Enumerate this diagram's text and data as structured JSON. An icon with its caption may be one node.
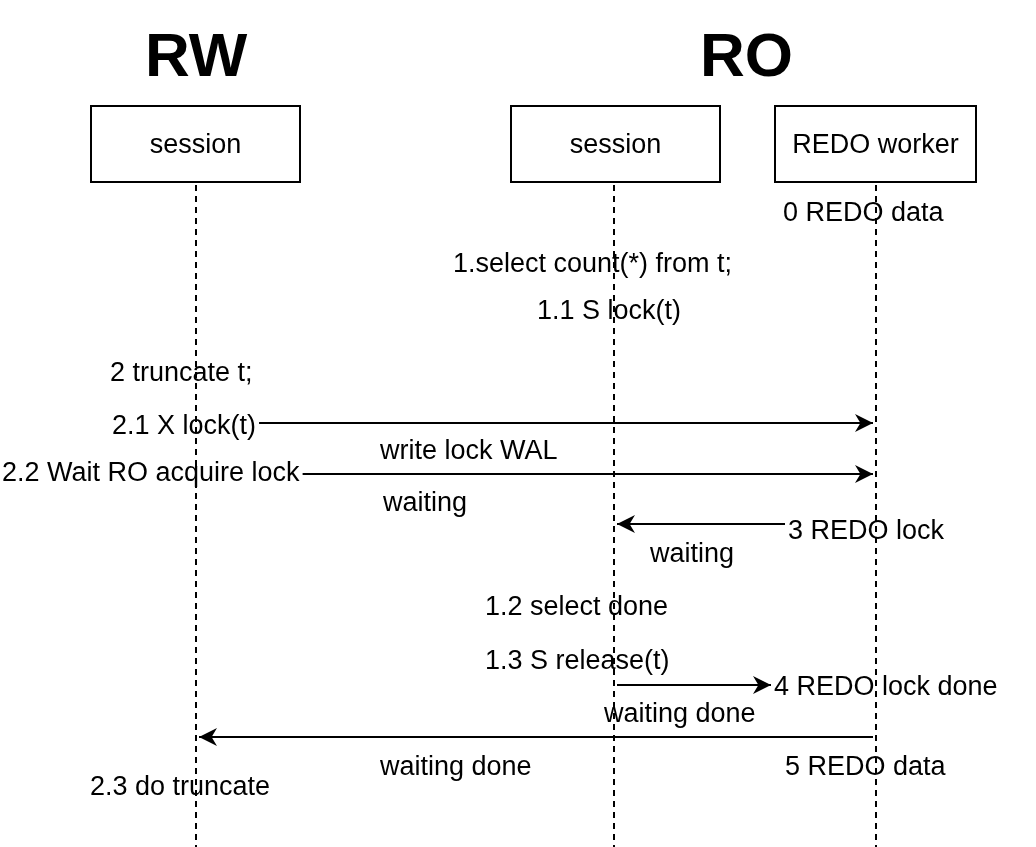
{
  "diagram": {
    "nodes": [
      {
        "text": [
          "session"
        ]
      },
      {
        "text": [
          "session"
        ]
      },
      {
        "text": [
          "REDO worker"
        ]
      },
      {
        "text": [
          "2.1 X lock(t)"
        ]
      },
      {
        "text": [
          "2.2 Wait RO acquire lock"
        ]
      },
      {
        "text": [
          "3 REDO lock"
        ]
      },
      {
        "text": [
          "4 REDO lock done"
        ]
      },
      {
        "text": [],
        "shape": "line"
      },
      {
        "text": [],
        "shape": "line"
      },
      {
        "text": [],
        "shape": "line"
      }
    ],
    "edges": [
      {
        "from": 3,
        "to": 9,
        "arrow": "to"
      },
      {
        "from": 4,
        "to": 9,
        "arrow": "to",
        "label": "write lock WAL"
      },
      {
        "from": 5,
        "to": 8,
        "arrow": "to",
        "label": "waiting"
      },
      {
        "from": 8,
        "to": 6,
        "arrow": "to",
        "label": "waiting done"
      },
      {
        "from": 9,
        "to": 7,
        "arrow": "to",
        "label": "waiting done"
      }
    ],
    "labels": [
      "RW",
      "RO",
      "0 REDO data",
      "1.select count(*) from t;",
      "1.1 S lock(t)",
      "2 truncate t;",
      "waiting",
      "1.2 select done",
      "1.3 S release(t)",
      "5 REDO data",
      "2.3 do truncate"
    ]
  }
}
